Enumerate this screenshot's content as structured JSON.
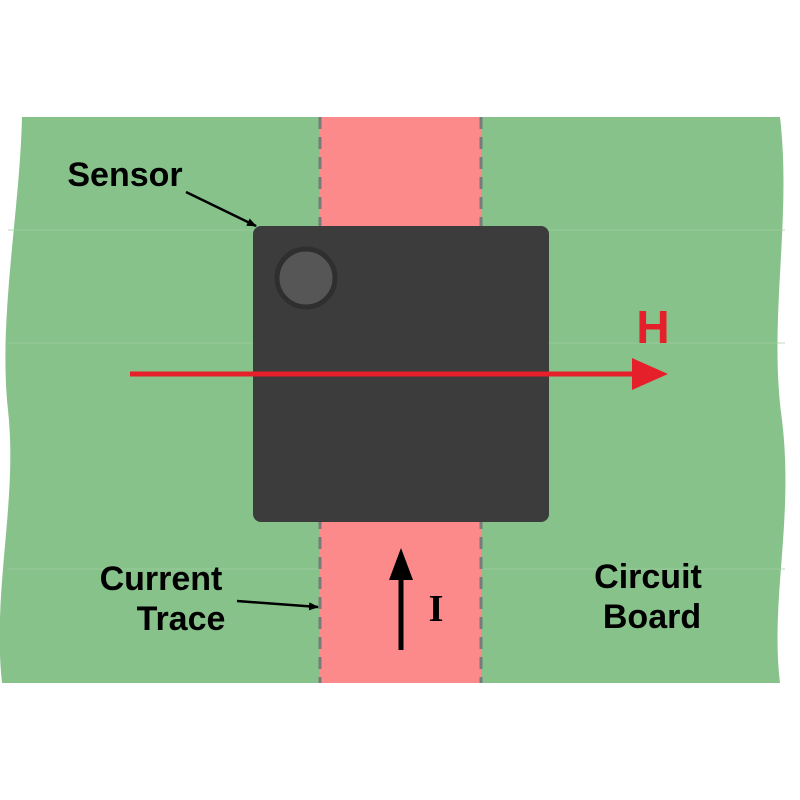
{
  "labels": {
    "sensor": "Sensor",
    "current_trace_line1": "Current",
    "current_trace_line2": "Trace",
    "circuit_board_line1": "Circuit",
    "circuit_board_line2": "Board",
    "field": "H",
    "current": "I"
  },
  "colors": {
    "board": "#87C28B",
    "trace": "#FC8A8A",
    "trace_edge": "#7A7A7A",
    "sensor_body": "#3C3C3D",
    "sensor_dot": "#565656",
    "field_arrow": "#E5202A",
    "current_arrow": "#000000"
  }
}
